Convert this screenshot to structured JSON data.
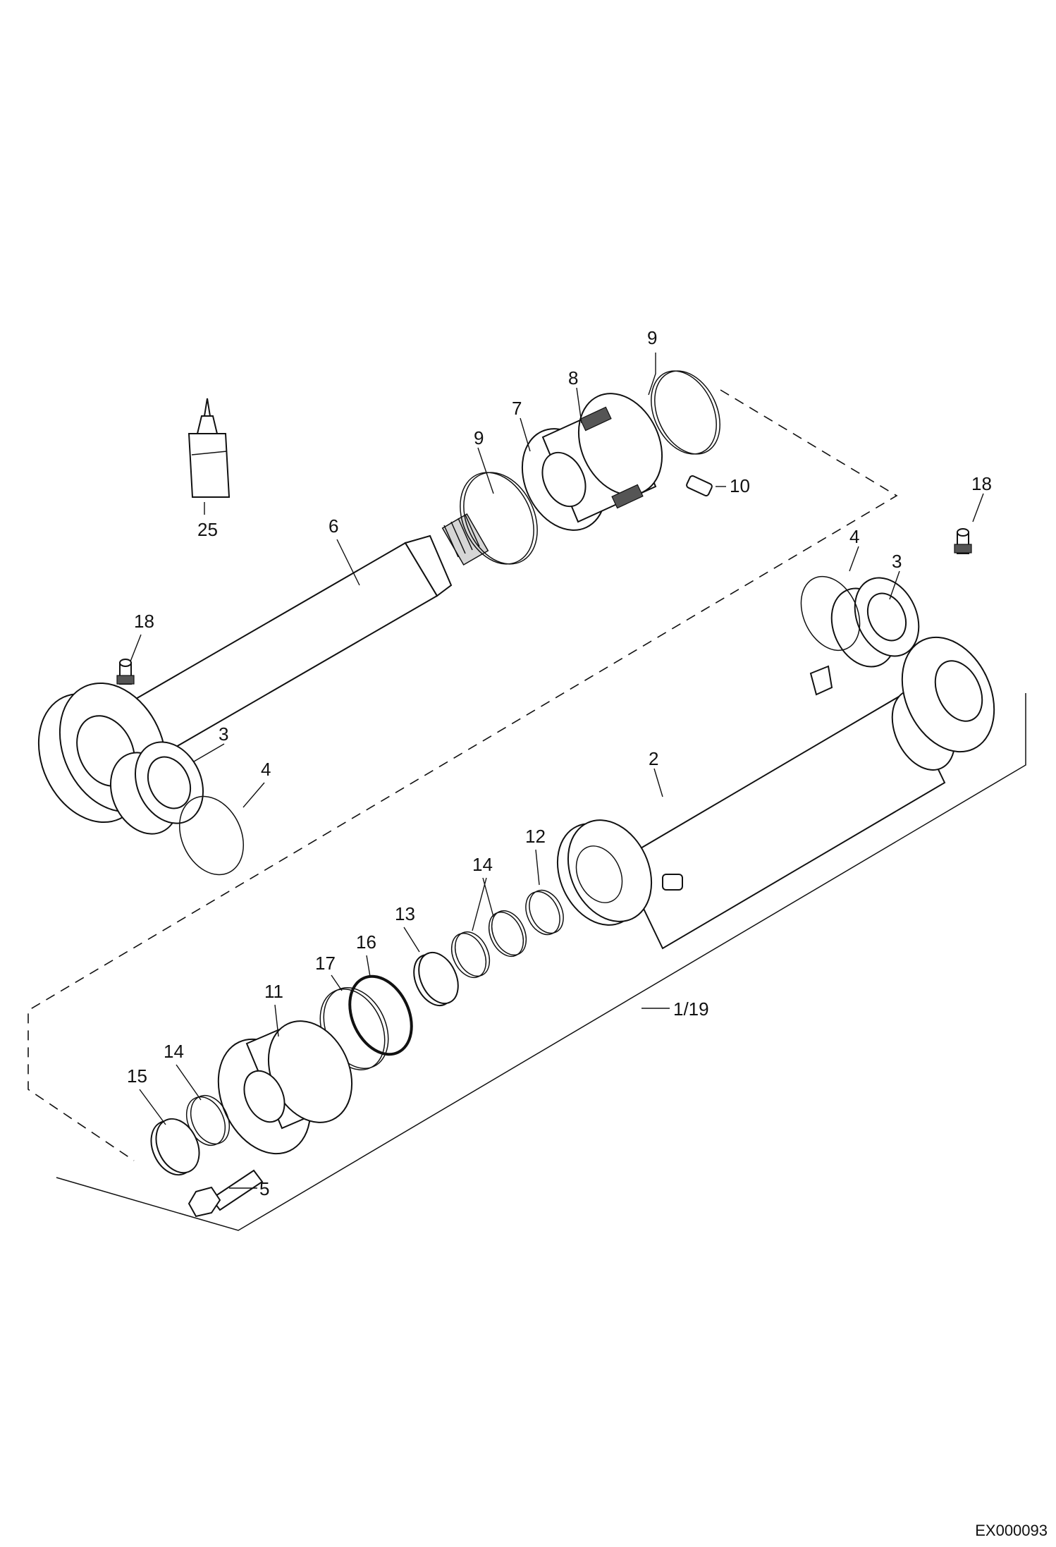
{
  "callouts": {
    "c1_19": "1/19",
    "c2": "2",
    "c3_left": "3",
    "c3_right": "3",
    "c4_left": "4",
    "c4_right": "4",
    "c5": "5",
    "c6": "6",
    "c7": "7",
    "c8": "8",
    "c9_left": "9",
    "c9_right": "9",
    "c10": "10",
    "c11": "11",
    "c12": "12",
    "c13": "13",
    "c14_mid": "14",
    "c14_low": "14",
    "c15": "15",
    "c16": "16",
    "c17": "17",
    "c18_left": "18",
    "c18_right": "18",
    "c25": "25"
  },
  "reference_code": "EX000093"
}
